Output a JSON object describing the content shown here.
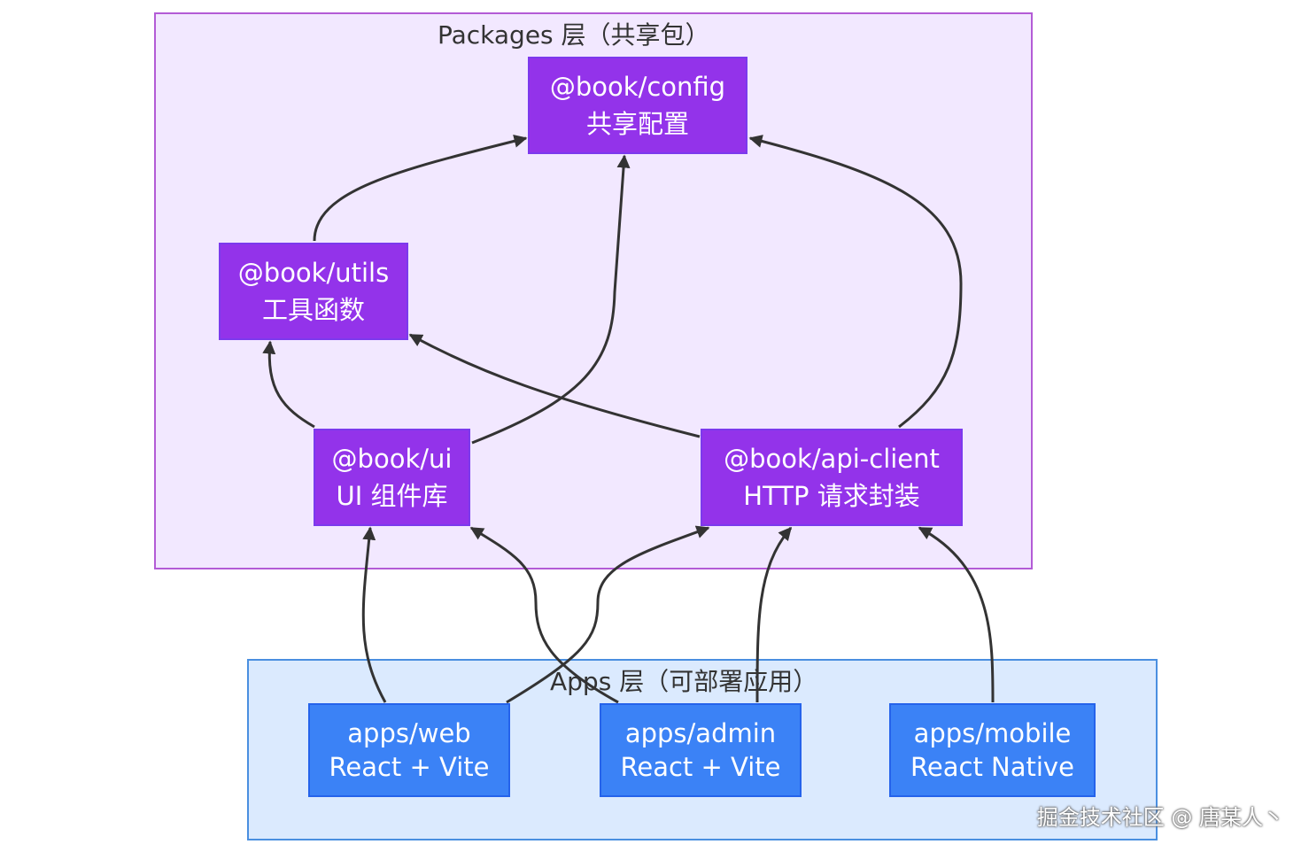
{
  "clusters": {
    "packages": {
      "label": "Packages 层（共享包）"
    },
    "apps": {
      "label": "Apps 层（可部署应用）"
    }
  },
  "nodes": {
    "config": {
      "line1": "@book/config",
      "line2": "共享配置"
    },
    "utils": {
      "line1": "@book/utils",
      "line2": "工具函数"
    },
    "ui": {
      "line1": "@book/ui",
      "line2": "UI 组件库"
    },
    "api": {
      "line1": "@book/api-client",
      "line2": "HTTP 请求封装"
    },
    "web": {
      "line1": "apps/web",
      "line2": "React + Vite"
    },
    "admin": {
      "line1": "apps/admin",
      "line2": "React + Vite"
    },
    "mobile": {
      "line1": "apps/mobile",
      "line2": "React Native"
    }
  },
  "edges": [
    {
      "from": "utils",
      "to": "config"
    },
    {
      "from": "ui",
      "to": "utils"
    },
    {
      "from": "ui",
      "to": "config"
    },
    {
      "from": "api",
      "to": "utils"
    },
    {
      "from": "api",
      "to": "config"
    },
    {
      "from": "web",
      "to": "ui"
    },
    {
      "from": "web",
      "to": "api"
    },
    {
      "from": "admin",
      "to": "ui"
    },
    {
      "from": "admin",
      "to": "api"
    },
    {
      "from": "mobile",
      "to": "api"
    }
  ],
  "colors": {
    "packages_fill": "#f2e8ff",
    "packages_border": "#b35bd6",
    "apps_fill": "#dbeafe",
    "apps_border": "#4a8fe0",
    "package_node": "#9333ea",
    "app_node": "#3b82f6",
    "edge": "#333333"
  },
  "watermark": "掘金技术社区 @ 唐某人丶"
}
